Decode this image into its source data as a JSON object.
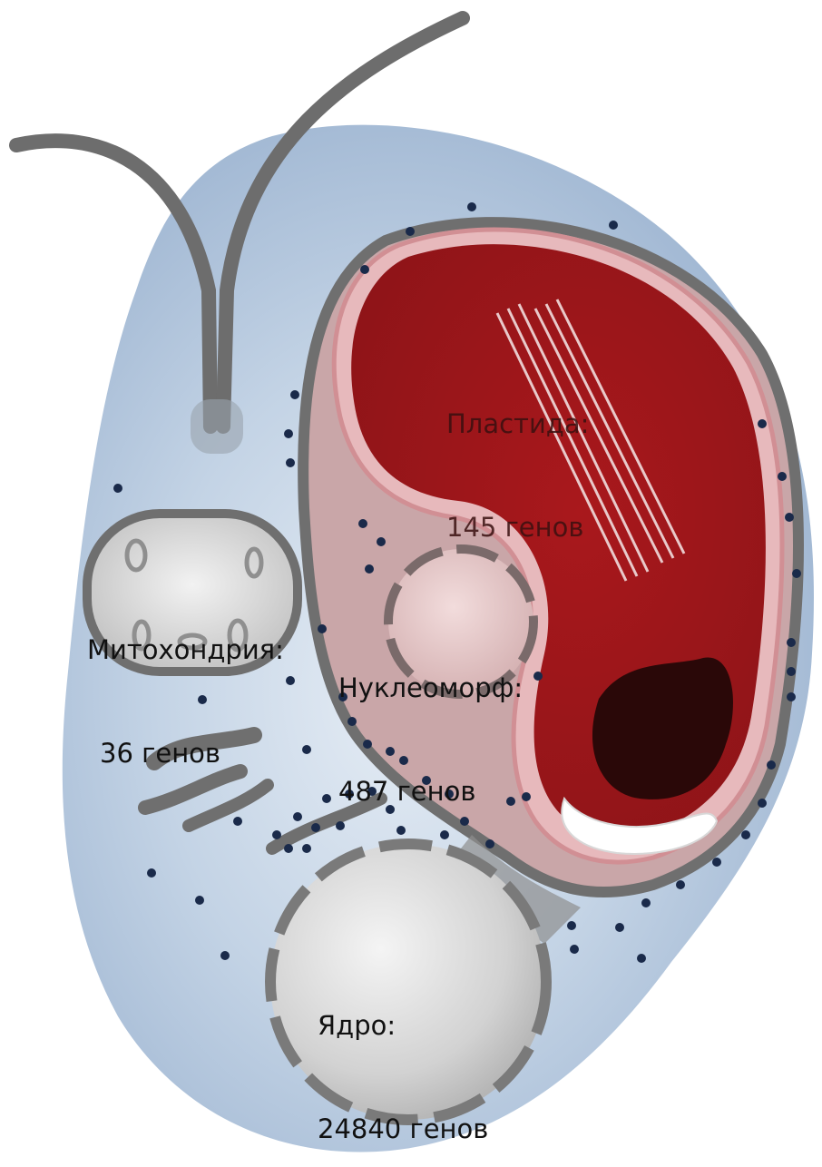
{
  "diagram": {
    "organelles": [
      {
        "id": "plastid",
        "name": "Пластида:",
        "genes": "145 генов"
      },
      {
        "id": "mitochondrion",
        "name": "Митохондрия:",
        "genes": "36 генов"
      },
      {
        "id": "nucleomorph",
        "name": "Нуклеоморф:",
        "genes": "487 генов"
      },
      {
        "id": "nucleus",
        "name": "Ядро:",
        "genes": "24840 генов"
      }
    ],
    "colors": {
      "cytoplasm": "#aec2da",
      "cytoplasm_light": "#dde7f1",
      "membrane": "#6f6f6f",
      "plastid_stroma": "#a31b1f",
      "plastid_envelope": "#d9a5a8",
      "periplastid": "#c9a6a8",
      "pyrenoid": "#2a0808",
      "ribosome": "#1a2a4a",
      "flagellum": "#6d6d6d"
    }
  }
}
